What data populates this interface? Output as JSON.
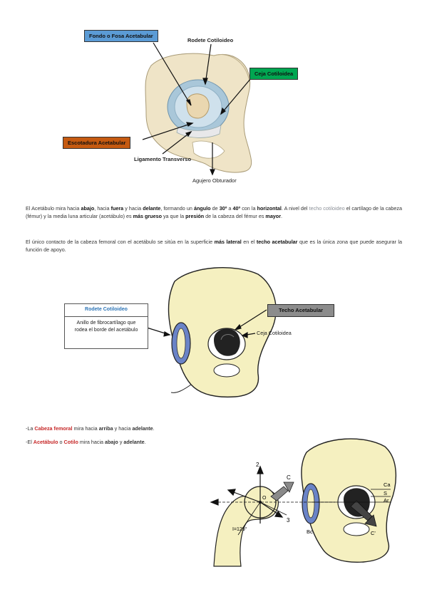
{
  "figure1": {
    "labels": {
      "fondo": "Fondo o Fosa Acetabular",
      "rodete": "Rodete Cotiloideo",
      "ceja": "Ceja Cotiloidea",
      "escotadura": "Escotadura Acetabular",
      "ligamento": "Ligamento Transverso",
      "agujero": "Agujero Obturador"
    },
    "colors": {
      "fondo_bg": "#5b9bd5",
      "ceja_bg": "#00a651",
      "escotadura_bg": "#c55a11"
    }
  },
  "paragraph1": {
    "p1": "El Acetábulo mira hacia ",
    "b1": "abajo",
    "p2": ", hacia ",
    "b2": "fuera",
    "p3": " y hacia ",
    "b3": "delante",
    "p4": ", formando un ",
    "b4": "ángulo",
    "p5": " de ",
    "b5": "30º",
    "p6": " a ",
    "b6": "40º",
    "p7": " con la ",
    "b7": "horizontal",
    "p8": ". A nivel del ",
    "m1": "techo cotiloideo",
    "p9": " el cartílago de la cabeza (fémur) y la media luna articular (acetábulo) es ",
    "b8": "más grueso",
    "p10": " ya que la ",
    "b9": "presión",
    "p11": " de la cabeza del fémur es ",
    "b10": "mayor",
    "p12": "."
  },
  "paragraph2": {
    "p1": "El único contacto de la cabeza femoral con el acetábulo se sitúa en la superficie ",
    "b1": "más lateral",
    "p2": " en el ",
    "b2": "techo acetabular",
    "p3": " que es la única zona que puede asegurar la función de apoyo."
  },
  "figure2": {
    "callout_title": "Rodete Cotiloideo",
    "callout_desc": "Anillo de fibrocartílago que rodea el borde del acetábulo",
    "techo_label": "Techo Acetabular",
    "ceja_label": "Ceja Cotiloidea"
  },
  "bullets": {
    "line1": {
      "pre": "-La ",
      "red": "Cabeza femoral",
      "mid": " mira hacia ",
      "b1": "arriba",
      "and": " y hacia ",
      "b2": "adelante",
      "end": "."
    },
    "line2": {
      "pre": "-El ",
      "red1": "Acetábulo",
      "o": " o ",
      "red2": "Cotilo",
      "mid": " mira hacia ",
      "b1": "abajo",
      "and": " y ",
      "b2": "adelante",
      "end": "."
    }
  },
  "figure3": {
    "labels": {
      "two": "2",
      "c": "C",
      "o": "O",
      "three": "3",
      "angle": "I=125°",
      "ca": "Ca",
      "s": "S",
      "ar": "Ar",
      "bc": "Bc",
      "c_prime": "C'"
    }
  }
}
